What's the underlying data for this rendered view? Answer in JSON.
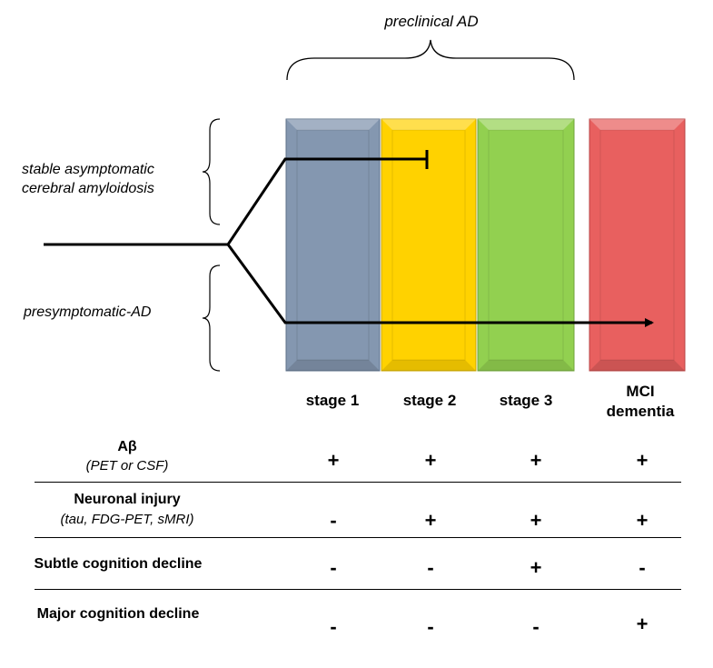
{
  "header": {
    "preclinical_label": "preclinical AD"
  },
  "side_labels": {
    "stable_line1": "stable asymptomatic",
    "stable_line2": "cerebral amyloidosis",
    "presymptomatic": "presymptomatic-AD"
  },
  "stages": [
    {
      "label": "stage 1",
      "color": "#8497B0"
    },
    {
      "label": "stage 2",
      "color": "#FFD200"
    },
    {
      "label": "stage 3",
      "color": "#92D050"
    },
    {
      "label_line1": "MCI",
      "label_line2": "dementia",
      "color": "#E8605F"
    }
  ],
  "rows": [
    {
      "title": "Aβ",
      "subtitle": "(PET or CSF)",
      "values": [
        "+",
        "+",
        "+",
        "+"
      ]
    },
    {
      "title": "Neuronal injury",
      "subtitle": "(tau, FDG-PET, sMRI)",
      "values": [
        "-",
        "+",
        "+",
        "+"
      ]
    },
    {
      "title": "Subtle cognition decline",
      "subtitle": "",
      "values": [
        "-",
        "-",
        "+",
        "-"
      ]
    },
    {
      "title": "Major cognition decline",
      "subtitle": "",
      "values": [
        "-",
        "-",
        "-",
        "+"
      ]
    }
  ]
}
